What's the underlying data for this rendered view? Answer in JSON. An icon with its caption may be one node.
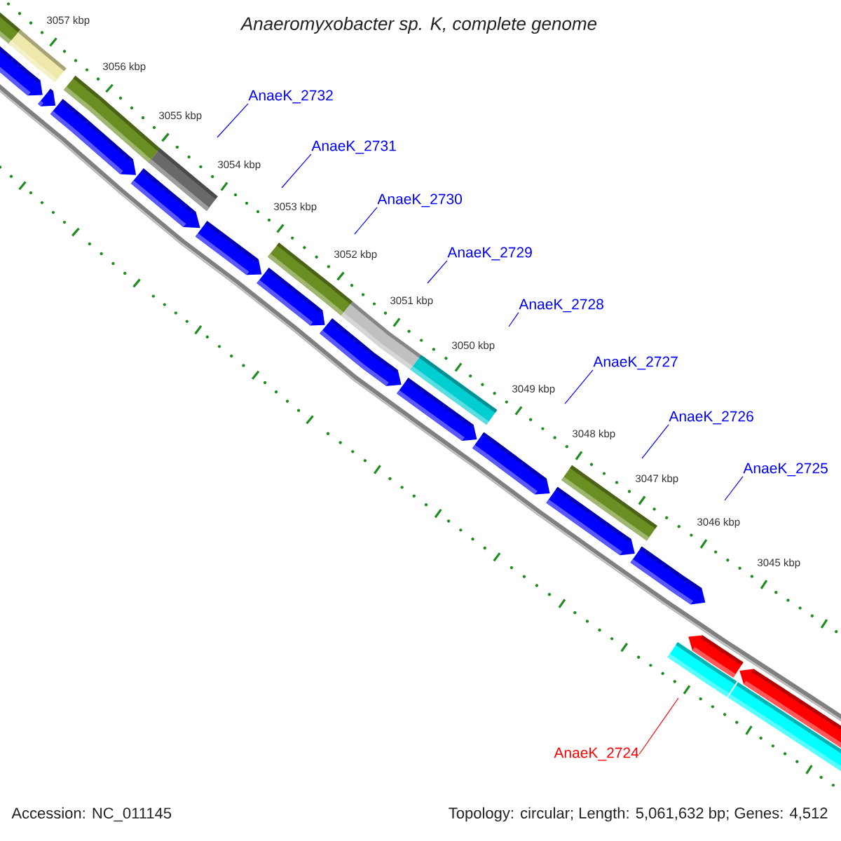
{
  "diagram": {
    "title": "Anaeromyxobacter sp. K, complete genome",
    "nodes": [
      {
        "text": [
          "AnaeK_2732"
        ]
      },
      {
        "text": [
          "AnaeK_2731"
        ]
      },
      {
        "text": [
          "AnaeK_2730"
        ]
      },
      {
        "text": [
          "AnaeK_2729"
        ]
      },
      {
        "text": [
          "AnaeK_2728"
        ]
      },
      {
        "text": [
          "AnaeK_2727"
        ]
      },
      {
        "text": [
          "AnaeK_2726"
        ]
      },
      {
        "text": [
          "AnaeK_2725"
        ]
      },
      {
        "text": [
          "AnaeK_2724"
        ]
      }
    ],
    "edges": [
      {
        "from": 0,
        "to": null,
        "arrow": "none"
      },
      {
        "from": 1,
        "to": null,
        "arrow": "none"
      },
      {
        "from": 2,
        "to": null,
        "arrow": "none"
      },
      {
        "from": 3,
        "to": null,
        "arrow": "none"
      },
      {
        "from": 4,
        "to": null,
        "arrow": "none"
      },
      {
        "from": 5,
        "to": null,
        "arrow": "none"
      },
      {
        "from": 6,
        "to": null,
        "arrow": "none"
      },
      {
        "from": 7,
        "to": null,
        "arrow": "none"
      },
      {
        "from": 8,
        "to": null,
        "arrow": "none",
        "color": "#ff0000"
      }
    ],
    "labels": [
      "3057 kbp",
      "3056 kbp",
      "3055 kbp",
      "3054 kbp",
      "3053 kbp",
      "3052 kbp",
      "3051 kbp",
      "3050 kbp",
      "3049 kbp",
      "3048 kbp",
      "3047 kbp",
      "3046 kbp",
      "3045 kbp",
      "Accession: NC_011145",
      "Topology: circular; Length: 5,061,632 bp; Genes: 4,512"
    ]
  }
}
